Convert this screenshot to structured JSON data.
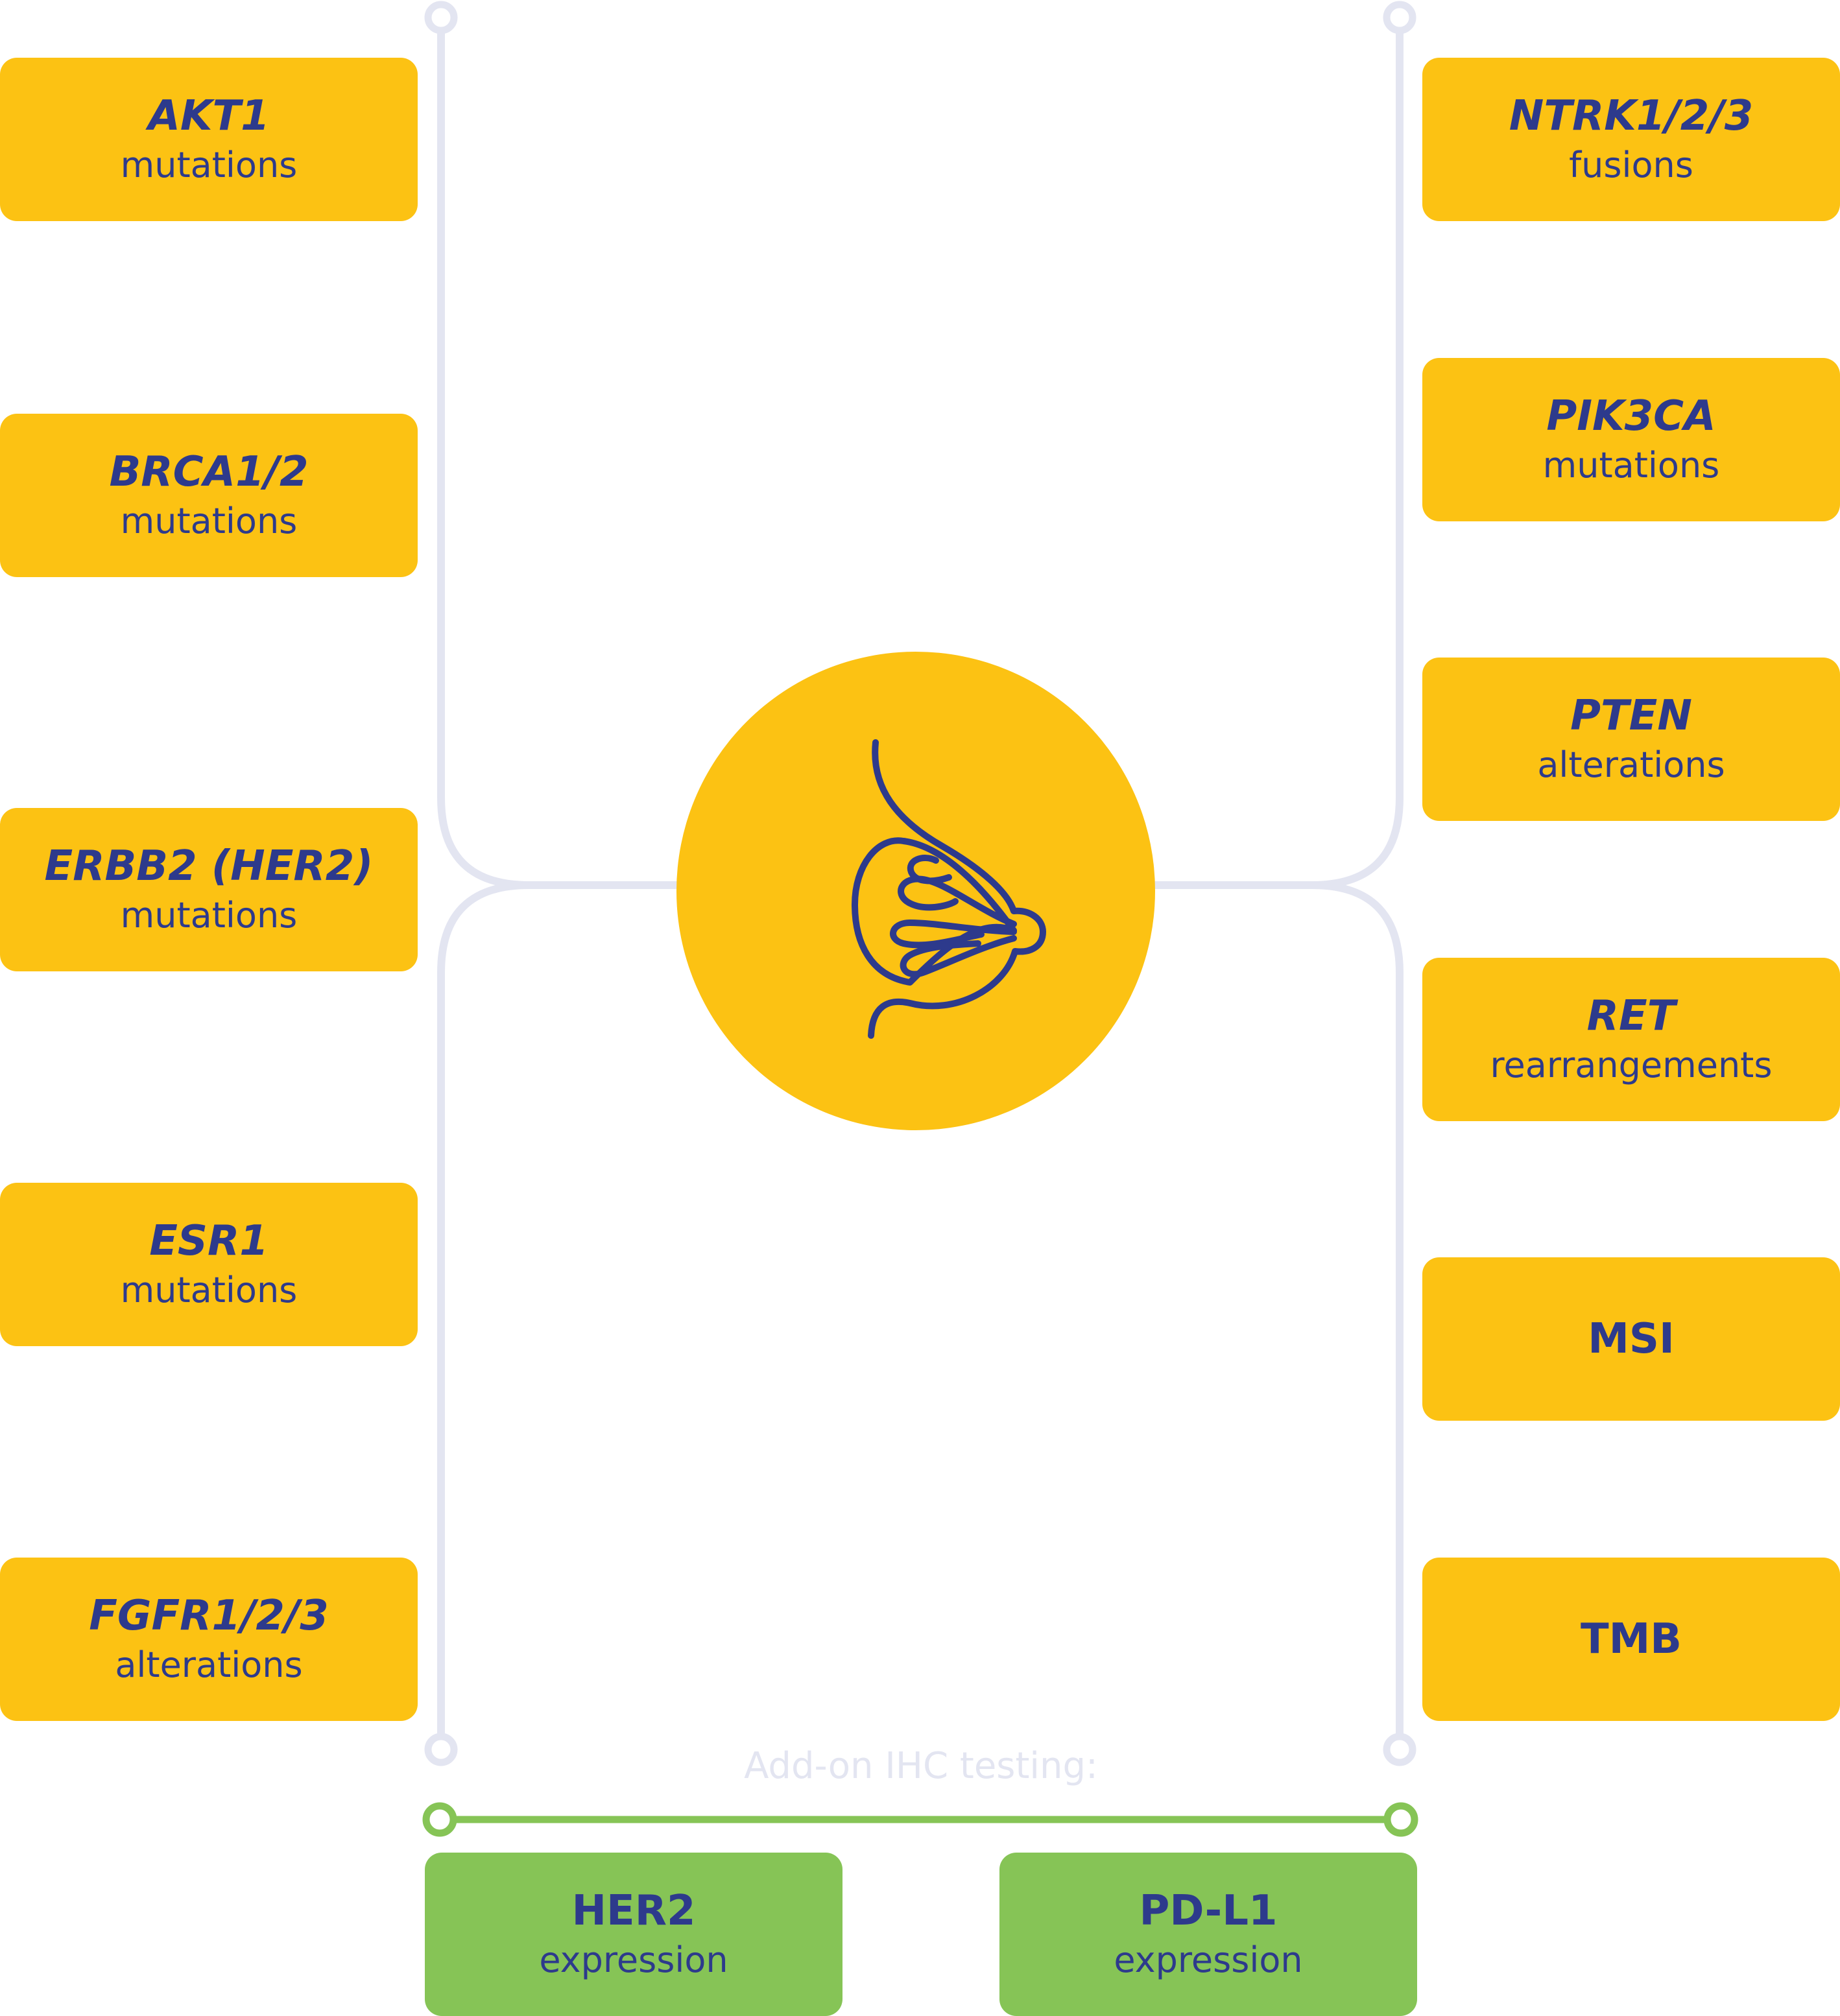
{
  "diagram": {
    "left_column": [
      {
        "gene": "AKT1",
        "desc": "mutations"
      },
      {
        "gene": "BRCA1/2",
        "desc": "mutations"
      },
      {
        "gene": "ERBB2 (HER2)",
        "desc": "mutations"
      },
      {
        "gene": "ESR1",
        "desc": "mutations"
      },
      {
        "gene": "FGFR1/2/3",
        "desc": "alterations"
      }
    ],
    "right_column": [
      {
        "gene": "NTRK1/2/3",
        "desc": "fusions"
      },
      {
        "gene": "PIK3CA",
        "desc": "mutations"
      },
      {
        "gene": "PTEN",
        "desc": "alterations"
      },
      {
        "gene": "RET",
        "desc": "rearrangements"
      },
      {
        "gene": "MSI",
        "desc": ""
      },
      {
        "gene": "TMB",
        "desc": ""
      }
    ],
    "addon_label": "Add-on IHC testing:",
    "addon_items": [
      {
        "gene": "HER2",
        "desc": "expression"
      },
      {
        "gene": "PD-L1",
        "desc": "expression"
      }
    ],
    "center_icon": "breast-outline-icon",
    "colors": {
      "box_yellow": "#fcc213",
      "box_green": "#86c456",
      "text_navy": "#2d3a8c",
      "line_gray": "#e3e5f1",
      "line_green": "#86c456"
    }
  }
}
